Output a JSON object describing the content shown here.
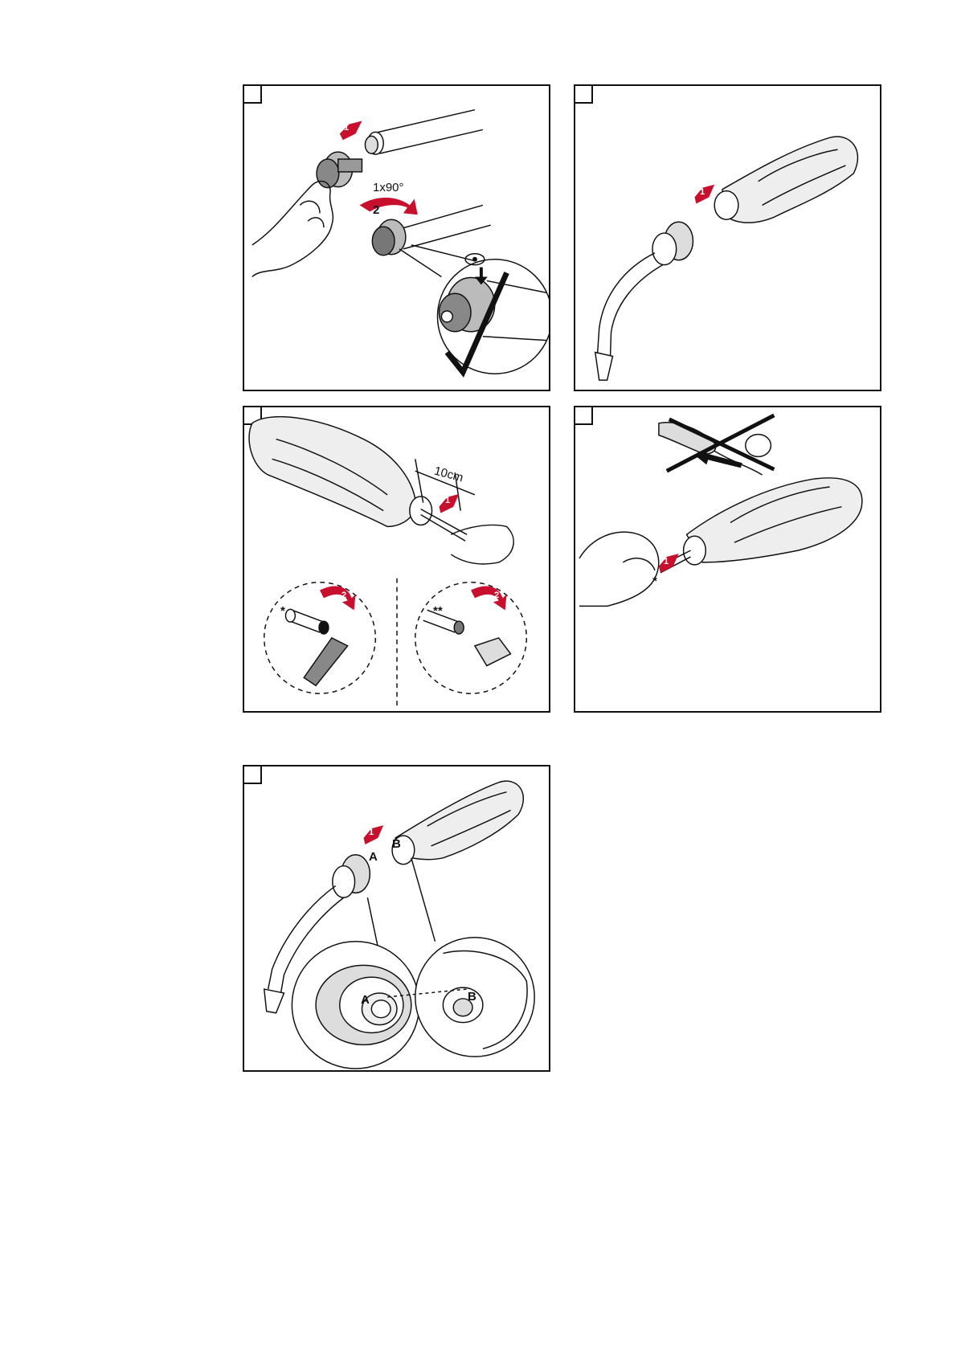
{
  "page": {
    "panels": [
      {
        "id": "panel-1",
        "rotation_label": "1x90°",
        "step_numbers": [
          "1",
          "2"
        ]
      },
      {
        "id": "panel-2",
        "step_numbers": [
          "1"
        ]
      },
      {
        "id": "panel-3",
        "length_label": "10cm",
        "step_numbers": [
          "1",
          "2",
          "2"
        ],
        "marks": [
          "*",
          "**"
        ]
      },
      {
        "id": "panel-4",
        "step_numbers": [
          "1"
        ],
        "marks": [
          "*"
        ]
      },
      {
        "id": "panel-5",
        "step_numbers": [
          "1"
        ],
        "connector_labels": [
          "A",
          "B",
          "A",
          "B"
        ]
      }
    ]
  },
  "colors": {
    "accent": "#c8102e",
    "line": "#111111",
    "fill": "#e8e8e8",
    "dark": "#555555"
  }
}
